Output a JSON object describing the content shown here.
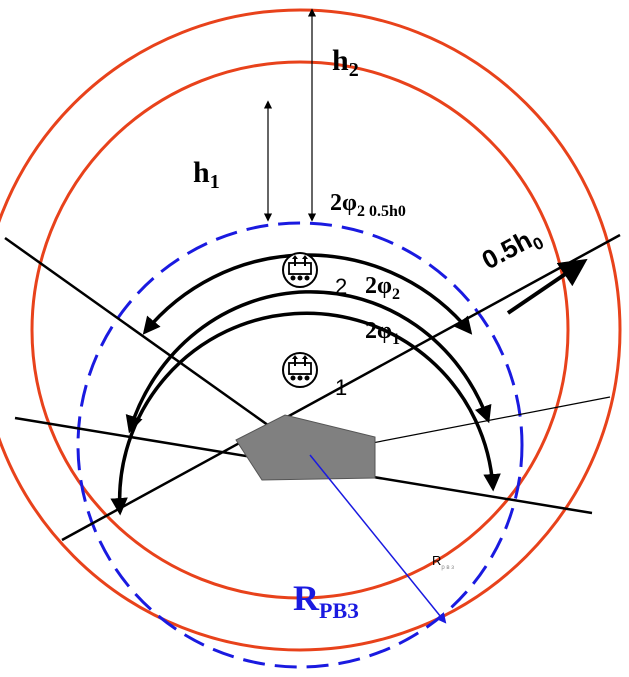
{
  "labels": {
    "h2": {
      "main": "h",
      "sub": "2"
    },
    "h1": {
      "main": "h",
      "sub": "1"
    },
    "phi2_05h0": {
      "prefix": "2",
      "phi": "φ",
      "sub": "2 0.5h0"
    },
    "phi2": {
      "prefix": "2",
      "phi": "φ",
      "sub": "2"
    },
    "phi1": {
      "prefix": "2",
      "phi": "φ",
      "sub": "1"
    },
    "half_h0": {
      "main": "0.5h",
      "sub": "0"
    },
    "marker2_num": "2",
    "marker1_num": "1",
    "r_small": "R",
    "r_small_sub": "р в з",
    "r_pvz": {
      "main": "R",
      "sub": "РВЗ"
    }
  },
  "icons": [
    "vehicle-marker-icon",
    "vehicle-marker-icon"
  ],
  "colors": {
    "outer_circles": "#e8421b",
    "dashed_circle": "#1a1ae0",
    "arcs": "#000000",
    "polygon": "#808080",
    "radius_line": "#1a1ae0",
    "r_label": "#1a1ae0"
  }
}
